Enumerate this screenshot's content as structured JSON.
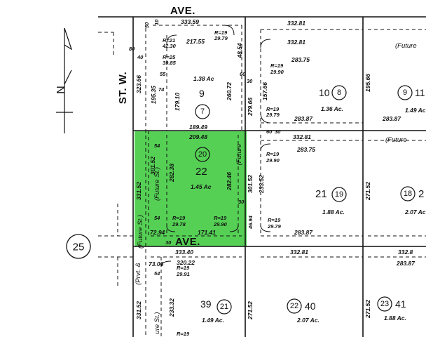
{
  "colors": {
    "highlight": "#55d055",
    "line": "#111111"
  },
  "streets": {
    "top": "AVE.",
    "west": "ST. W.",
    "middle": "AVE.",
    "route": "25",
    "north_arrow": "N"
  },
  "labels": {
    "future_1": "(Future",
    "future_2": "(Future",
    "future_st_vert": "(Future St.)",
    "future_vert": "(Future",
    "future_st_vert_2": "(Future St.)",
    "prvt_vert": "(Prvt. &",
    "ure_vert": "ure St.)"
  },
  "parcels": [
    {
      "lot": "9",
      "circle": "7",
      "acres": "1.38 Ac"
    },
    {
      "lot": "10",
      "circle": "8",
      "acres": "1.36 Ac."
    },
    {
      "lot": "11",
      "circle": "9",
      "acres": "1.49 Ac"
    },
    {
      "lot": "22",
      "circle": "20",
      "acres": "1.45 Ac"
    },
    {
      "lot": "21",
      "circle": "19",
      "acres": "1.88 Ac."
    },
    {
      "lot": "2",
      "circle": "18",
      "acres": "2.07 Ac"
    },
    {
      "lot": "39",
      "circle": "21",
      "acres": "1.49 Ac."
    },
    {
      "lot": "40",
      "circle": "22",
      "acres": "2.07 Ac."
    },
    {
      "lot": "41",
      "circle": "23",
      "acres": "1.88 Ac."
    }
  ],
  "dims": {
    "d_333_59": "333.59",
    "d_332_81a": "332.81",
    "d_332_81b": "332.81",
    "d_332_81c": "332.81",
    "d_332_81d": "332.81",
    "d_332_8e": "332.8",
    "d_217_55": "217.55",
    "d_283_75a": "283.75",
    "d_283_75b": "283.75",
    "d_283_87a": "283.87",
    "d_283_87b": "283.87",
    "d_283_87c": "283.87",
    "d_189_49": "189.49",
    "d_209_48": "209.48",
    "d_171_41": "171.41",
    "d_333_40": "333.40",
    "d_320_22": "320.22",
    "d_72_94": "72.94",
    "d_73_06": "73.06",
    "v_323_66": "323.66",
    "v_195_35": "195.35",
    "v_179_10": "179.10",
    "v_260_72": "260.72",
    "v_48_54": "48.54",
    "v_279_66": "279.66",
    "v_157_66": "157.66",
    "v_195_66": "195.66",
    "v_331_52a": "331.52",
    "v_301_52a": "301.52",
    "v_282_38": "282.38",
    "v_282_46": "282.46",
    "v_301_52b": "301.52",
    "v_233_52": "233.52",
    "v_271_52a": "271.52",
    "v_331_52b": "331.52",
    "v_233_32": "233.32",
    "v_271_52b": "271.52",
    "v_271_52c": "271.52",
    "r_r19_a": "R=19",
    "r_2979_a": "29.79",
    "r_r19_b": "R=19",
    "r_2990_b": "29.90",
    "r_r19_c": "R=19",
    "r_2979_c": "29.79",
    "r_r19_d": "R=19",
    "r_2990_d": "29.90",
    "r_r19_e": "R=19",
    "r_2978_e": "29.78",
    "r_r19_f": "R=19",
    "r_2990_f": "29.90",
    "r_r19_g": "R=19",
    "r_2979_g": "29.79",
    "r_r19_h": "R=19",
    "r_2991_h": "29.91",
    "r_r19_i": "R=19",
    "r_r21_a": "R=21",
    "r_4230_a": "42.30",
    "r_r25_a": "R=25",
    "r_3985_a": "39.85",
    "n_40": "40",
    "n_80": "80",
    "n_55": "55",
    "n_74": "74",
    "n_54a": "54",
    "n_54b": "54",
    "n_54c": "54",
    "n_30a": "30",
    "n_30b": "30",
    "n_30c": "30",
    "n_30d": "30",
    "n_50": "50",
    "n_10": "10",
    "n_60": "60",
    "n_60b": "60",
    "n_4694": "46.94"
  }
}
